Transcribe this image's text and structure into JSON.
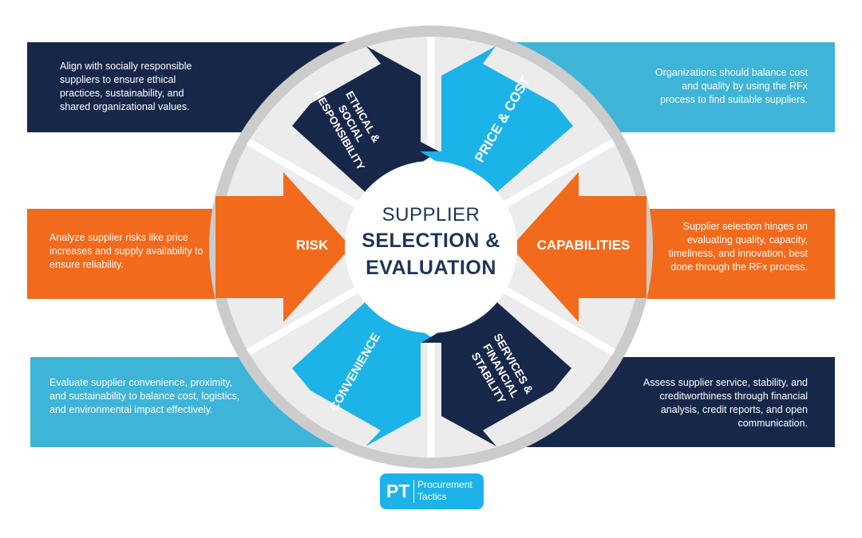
{
  "center": {
    "line1": "SUPPLIER",
    "line2": "SELECTION &",
    "line3": "EVALUATION"
  },
  "segments": {
    "ethical": "ETHICAL &\nSOCIAL\nRESPONSIBILITY",
    "price": "PRICE & COST",
    "risk": "RISK",
    "capabilities": "CAPABILITIES",
    "convenience": "CONVENIENCE",
    "services": "SERVICES &\nFINANCIAL\nSTABILITY"
  },
  "descriptions": {
    "ethical": "Align with socially responsible suppliers to ensure ethical practices, sustainability, and shared organizational values.",
    "price": "Organizations should balance cost and quality by using the RFx process to find suitable suppliers.",
    "risk": "Analyze supplier risks like price increases and supply availability to ensure reliability.",
    "capabilities": "Supplier selection hinges on evaluating quality, capacity, timeliness, and innovation, best done through the RFx process.",
    "convenience": "Evaluate supplier convenience, proximity, and sustainability to balance cost, logistics, and environmental impact effectively.",
    "services": "Assess supplier service, stability, and creditworthiness through financial analysis, credit reports, and open communication."
  },
  "logo": {
    "mark": "PT",
    "line1": "Procurement",
    "line2": "Tactics"
  },
  "colors": {
    "navy": "#16274a",
    "sky": "#1cb3e8",
    "sky_panel": "#3db4d8",
    "orange": "#f26a1b",
    "ring": "#cccccc",
    "wheel_bg": "#ececec",
    "center_text": "#1d3558"
  }
}
